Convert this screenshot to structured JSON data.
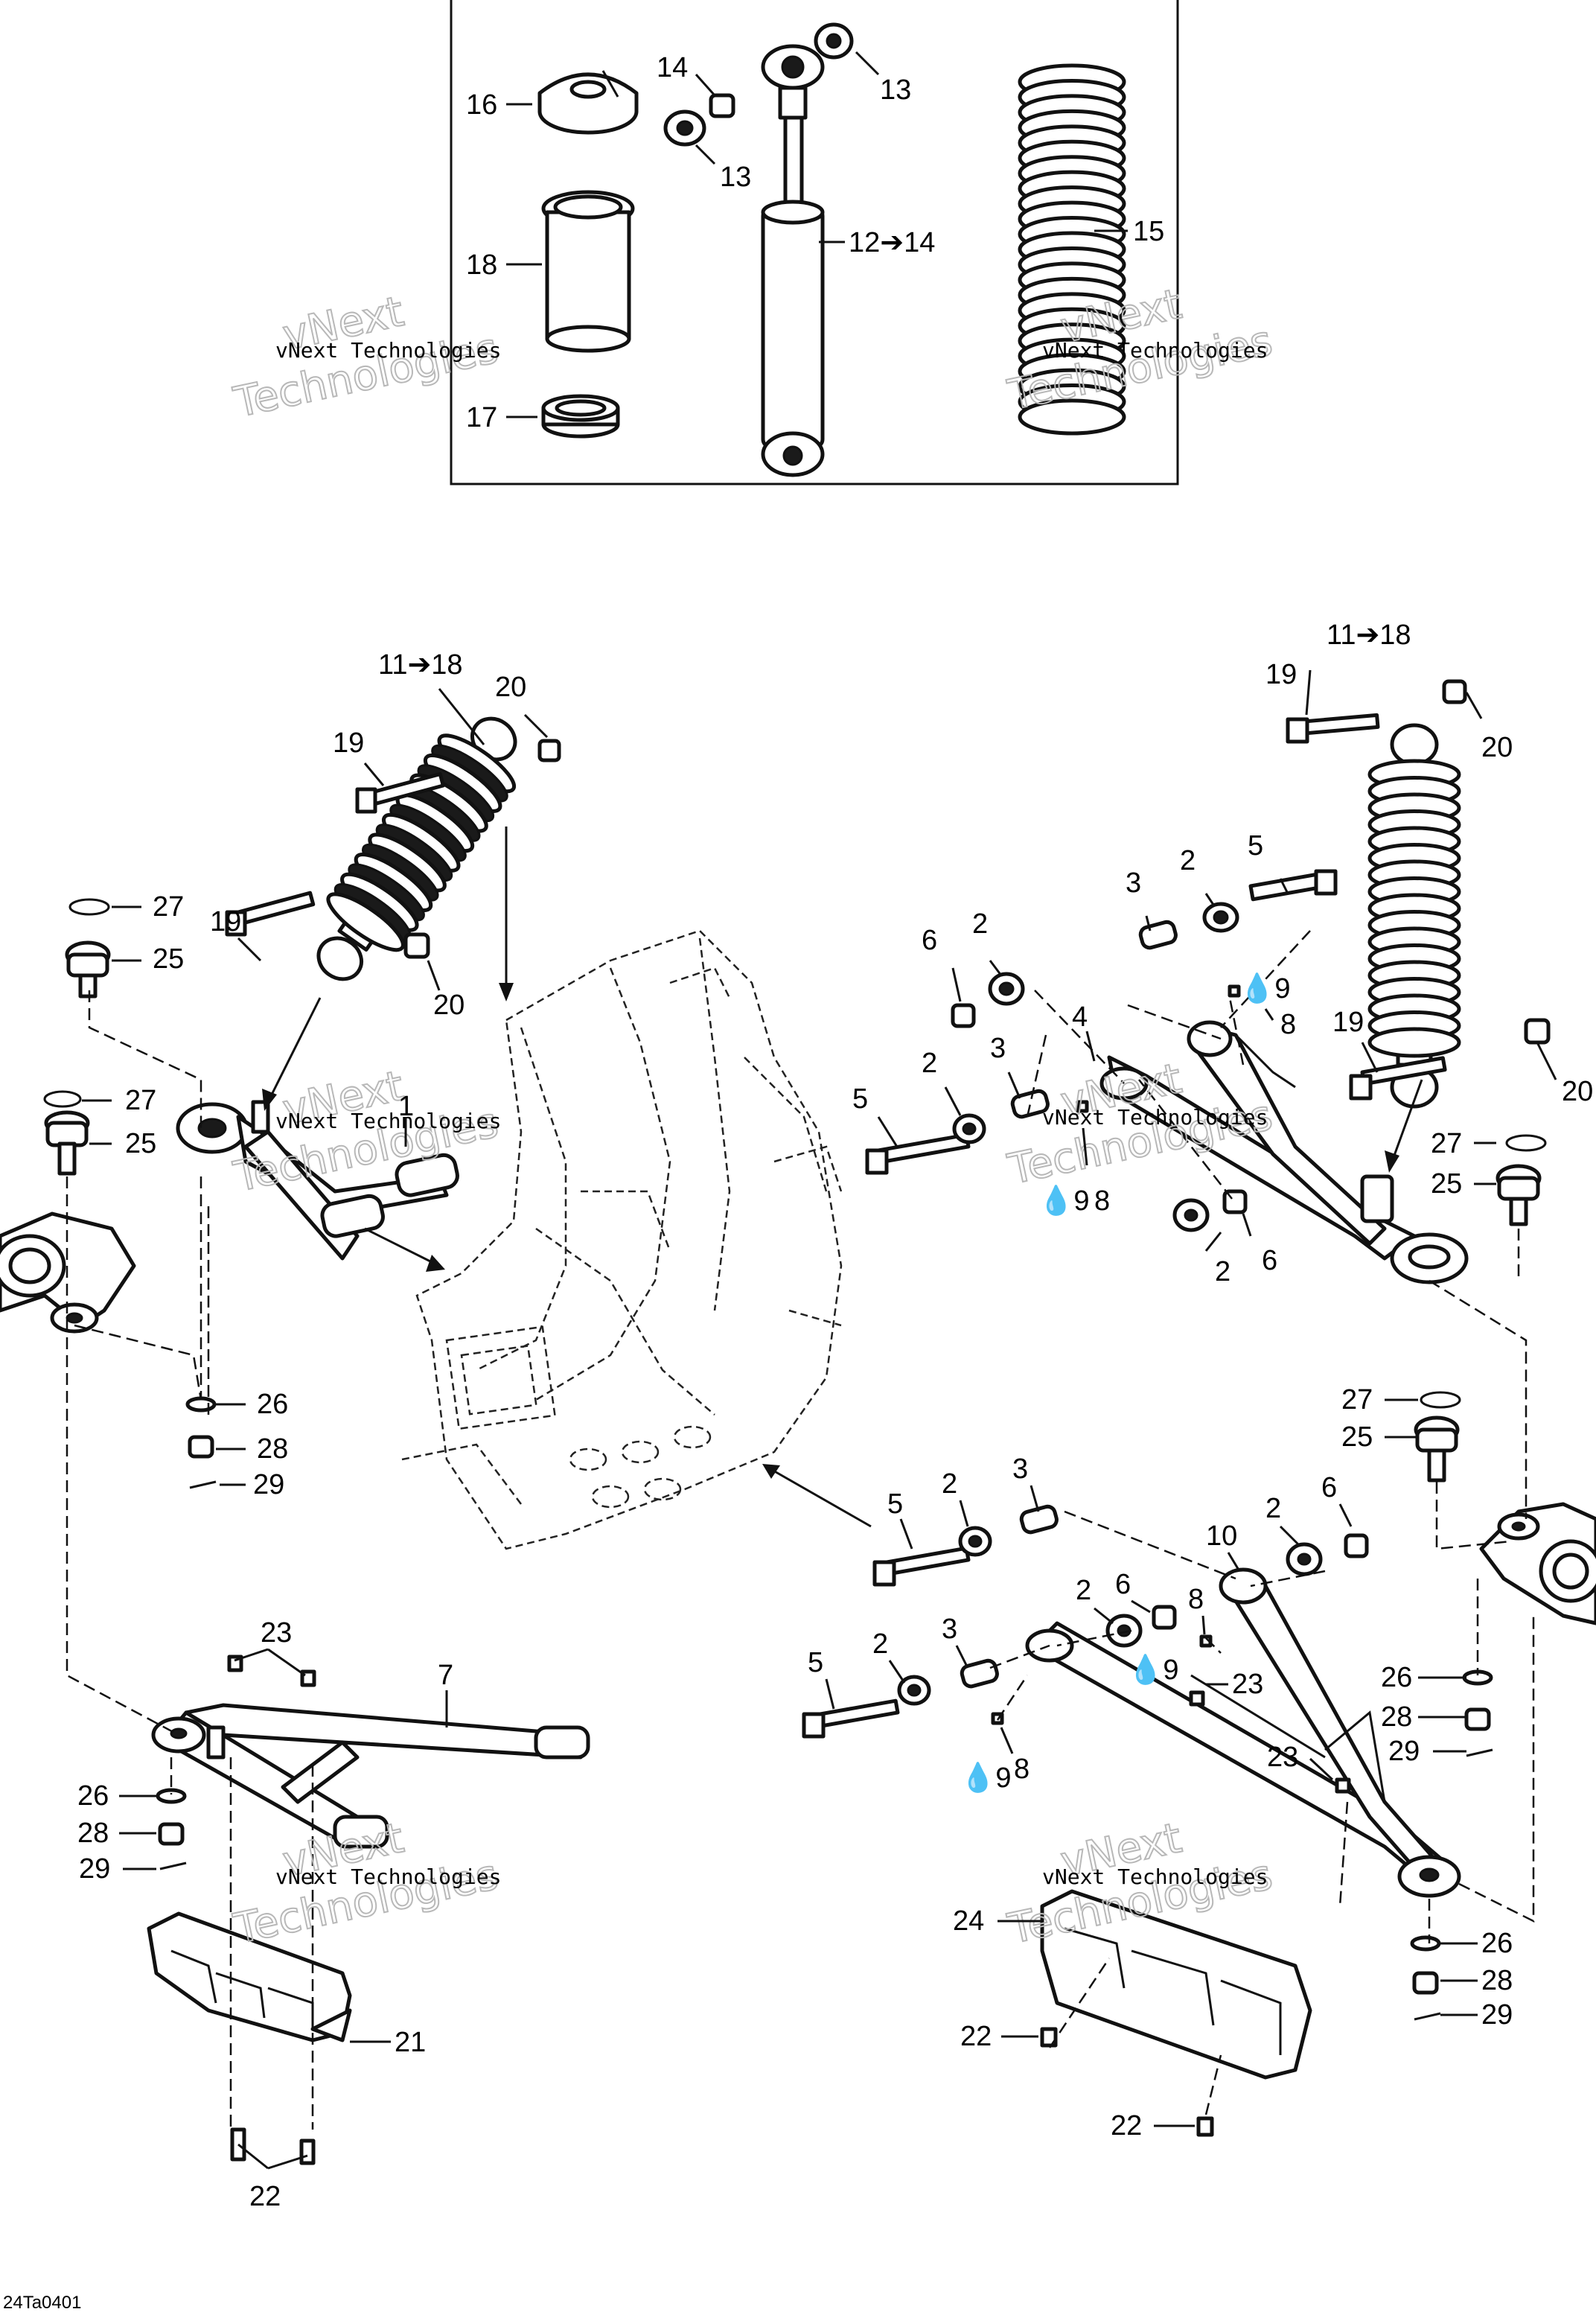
{
  "callouts": [
    {
      "id": "c16",
      "text": "16"
    },
    {
      "id": "c14a",
      "text": "14"
    },
    {
      "id": "c13a",
      "text": "13"
    },
    {
      "id": "c13b",
      "text": "13"
    },
    {
      "id": "c18",
      "text": "18"
    },
    {
      "id": "c12",
      "text": "12➔14"
    },
    {
      "id": "c15",
      "text": "15"
    },
    {
      "id": "c17",
      "text": "17"
    },
    {
      "id": "c11l",
      "text": "11➔18"
    },
    {
      "id": "c20a",
      "text": "20"
    },
    {
      "id": "c19a",
      "text": "19"
    },
    {
      "id": "c27a",
      "text": "27"
    },
    {
      "id": "c25a",
      "text": "25"
    },
    {
      "id": "c19b",
      "text": "19"
    },
    {
      "id": "c20b",
      "text": "20"
    },
    {
      "id": "c1",
      "text": "1"
    },
    {
      "id": "c27b",
      "text": "27"
    },
    {
      "id": "c25b",
      "text": "25"
    },
    {
      "id": "c26a",
      "text": "26"
    },
    {
      "id": "c28a",
      "text": "28"
    },
    {
      "id": "c29a",
      "text": "29"
    },
    {
      "id": "c11r",
      "text": "11➔18"
    },
    {
      "id": "c19c",
      "text": "19"
    },
    {
      "id": "c20c",
      "text": "20"
    },
    {
      "id": "c2a",
      "text": "2"
    },
    {
      "id": "c5a",
      "text": "5"
    },
    {
      "id": "c3a",
      "text": "3"
    },
    {
      "id": "c6a",
      "text": "6"
    },
    {
      "id": "c2b",
      "text": "2"
    },
    {
      "id": "c9a",
      "text": "💧9"
    },
    {
      "id": "c8a",
      "text": "8"
    },
    {
      "id": "c19d",
      "text": "19"
    },
    {
      "id": "c20d",
      "text": "20"
    },
    {
      "id": "c4",
      "text": "4"
    },
    {
      "id": "c5b",
      "text": "5"
    },
    {
      "id": "c2c",
      "text": "2"
    },
    {
      "id": "c3b",
      "text": "3"
    },
    {
      "id": "c9b",
      "text": "💧9"
    },
    {
      "id": "c8b",
      "text": "8"
    },
    {
      "id": "c27c",
      "text": "27"
    },
    {
      "id": "c25c",
      "text": "25"
    },
    {
      "id": "c2d",
      "text": "2"
    },
    {
      "id": "c6b",
      "text": "6"
    },
    {
      "id": "c27d",
      "text": "27"
    },
    {
      "id": "c25d",
      "text": "25"
    },
    {
      "id": "c5c",
      "text": "5"
    },
    {
      "id": "c2e",
      "text": "2"
    },
    {
      "id": "c3c",
      "text": "3"
    },
    {
      "id": "c10",
      "text": "10"
    },
    {
      "id": "c2f",
      "text": "2"
    },
    {
      "id": "c6c",
      "text": "6"
    },
    {
      "id": "c2g",
      "text": "2"
    },
    {
      "id": "c6d",
      "text": "6"
    },
    {
      "id": "c8c",
      "text": "8"
    },
    {
      "id": "c5d",
      "text": "5"
    },
    {
      "id": "c2h",
      "text": "2"
    },
    {
      "id": "c3d",
      "text": "3"
    },
    {
      "id": "c9c",
      "text": "💧9"
    },
    {
      "id": "c23a",
      "text": "23"
    },
    {
      "id": "c26b",
      "text": "26"
    },
    {
      "id": "c28b",
      "text": "28"
    },
    {
      "id": "c29b",
      "text": "29"
    },
    {
      "id": "c8d",
      "text": "8"
    },
    {
      "id": "c9d",
      "text": "💧9"
    },
    {
      "id": "c23b",
      "text": "23"
    },
    {
      "id": "c23c",
      "text": "23"
    },
    {
      "id": "c7",
      "text": "7"
    },
    {
      "id": "c26c",
      "text": "26"
    },
    {
      "id": "c28c",
      "text": "28"
    },
    {
      "id": "c29c",
      "text": "29"
    },
    {
      "id": "c21",
      "text": "21"
    },
    {
      "id": "c22a",
      "text": "22"
    },
    {
      "id": "c24",
      "text": "24"
    },
    {
      "id": "c22b",
      "text": "22"
    },
    {
      "id": "c26d",
      "text": "26"
    },
    {
      "id": "c28d",
      "text": "28"
    },
    {
      "id": "c29d",
      "text": "29"
    },
    {
      "id": "c22c",
      "text": "22"
    }
  ],
  "watermark": {
    "line1": "vNext",
    "line2": "vNext Technologies",
    "line3": "Technologies"
  },
  "diagram_ref": "24Ta0401"
}
